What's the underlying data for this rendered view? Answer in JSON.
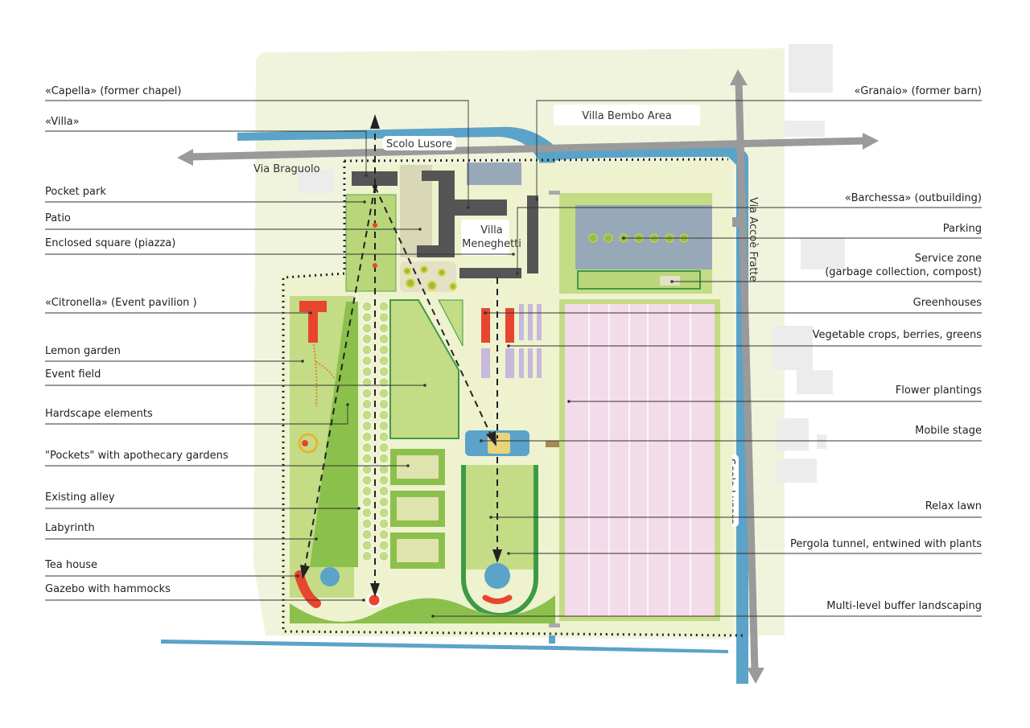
{
  "map": {
    "area_label": "Villa Bembo Area",
    "canal_top": "Scolo Lusore",
    "canal_right": "Scolo Lusore",
    "road_top": "Via Braguolo",
    "road_right": "Via Accoè Fratte",
    "villa_name_line1": "Villa",
    "villa_name_line2": "Meneghetti"
  },
  "labels_left": [
    "«Capella» (former chapel)",
    "«Villa»",
    "Pocket park",
    "Patio",
    "Enclosed square (piazza)",
    "«Citronella» (Event pavilion )",
    "Lemon garden",
    "Event field",
    "Hardscape elements",
    "\"Pockets\" with apothecary gardens",
    "Existing alley",
    "Labyrinth",
    "Tea house",
    "Gazebo with hammocks"
  ],
  "labels_right": [
    "«Granaio» (former barn)",
    "«Barchessa» (outbuilding)",
    "Parking",
    "Service zone",
    "(garbage collection, compost)",
    "Greenhouses",
    "Vegetable crops, berries, greens",
    "Flower plantings",
    "Mobile stage",
    "Relax lawn",
    "Pergola tunnel, entwined with plants",
    "Multi-level buffer landscaping"
  ],
  "colors": {
    "water": "#5ba3c8",
    "road": "#9a9a9a",
    "lawn": "#c3dc85",
    "dark_green": "#5aa54a",
    "building": "#555555",
    "pavilion": "#e8452f",
    "flowers": "#f3dbe9",
    "greenhouse_crops": "#c7b8dc",
    "background_area": "#f1f4dd"
  }
}
